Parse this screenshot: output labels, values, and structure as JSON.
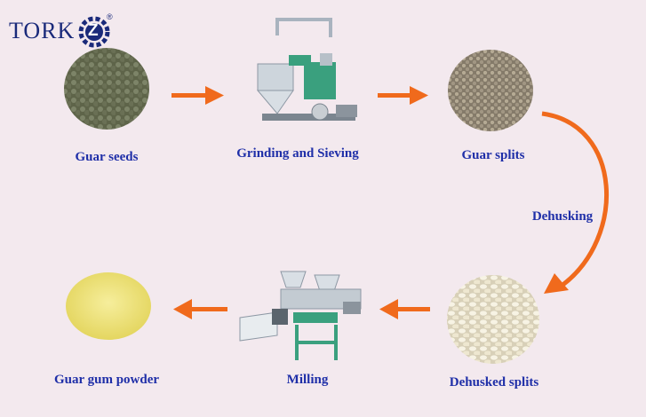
{
  "brand": {
    "name": "TORK",
    "mark_letter": "Z",
    "registered": "®"
  },
  "steps": [
    {
      "label": "Guar seeds"
    },
    {
      "label": "Grinding and Sieving"
    },
    {
      "label": "Guar splits"
    },
    {
      "label": "Dehusked splits"
    },
    {
      "label": "Milling"
    },
    {
      "label": "Guar gum powder"
    }
  ],
  "transition_label": "Dehusking",
  "colors": {
    "background": "#f3e9ee",
    "label_text": "#1f2fa8",
    "arrow": "#f06a1c",
    "brand": "#1a2a7a",
    "seed": "#6f7559",
    "split": "#9b8f7c",
    "dehusked": "#f1ecd9",
    "powder": "#efe27a",
    "machine_frame": "#3aa07e"
  }
}
